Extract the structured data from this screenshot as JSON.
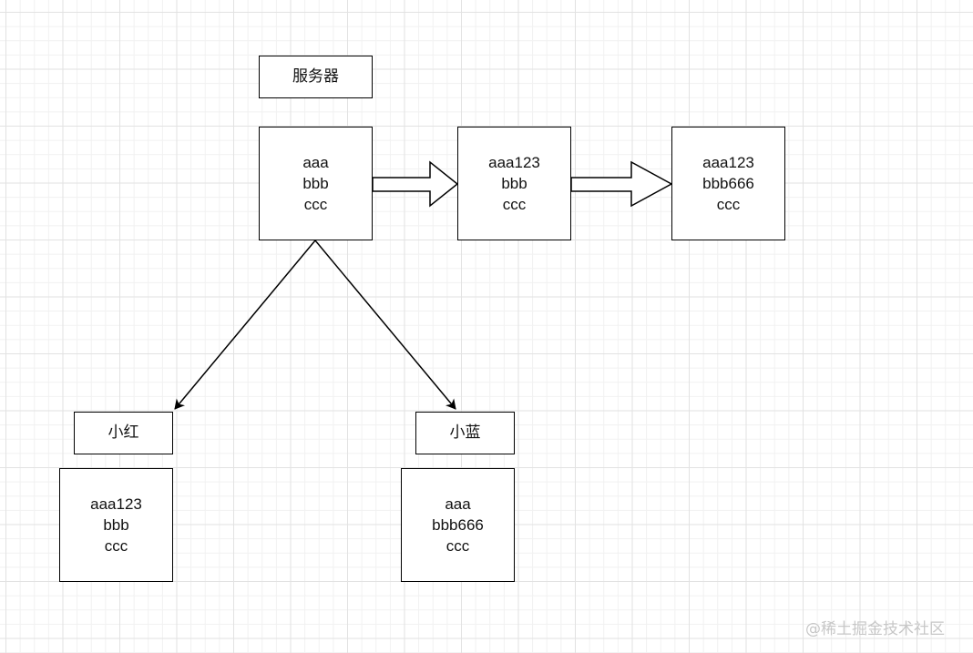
{
  "diagram": {
    "server_title": "服务器",
    "server_box": {
      "lines": [
        "aaa",
        "bbb",
        "ccc"
      ]
    },
    "state_2_box": {
      "lines": [
        "aaa123",
        "bbb",
        "ccc"
      ]
    },
    "state_3_box": {
      "lines": [
        "aaa123",
        "bbb666",
        "ccc"
      ]
    },
    "client_red": {
      "title": "小红",
      "lines": [
        "aaa123",
        "bbb",
        "ccc"
      ]
    },
    "client_blue": {
      "title": "小蓝",
      "lines": [
        "aaa",
        "bbb666",
        "ccc"
      ]
    }
  },
  "watermark": "@稀土掘金技术社区"
}
